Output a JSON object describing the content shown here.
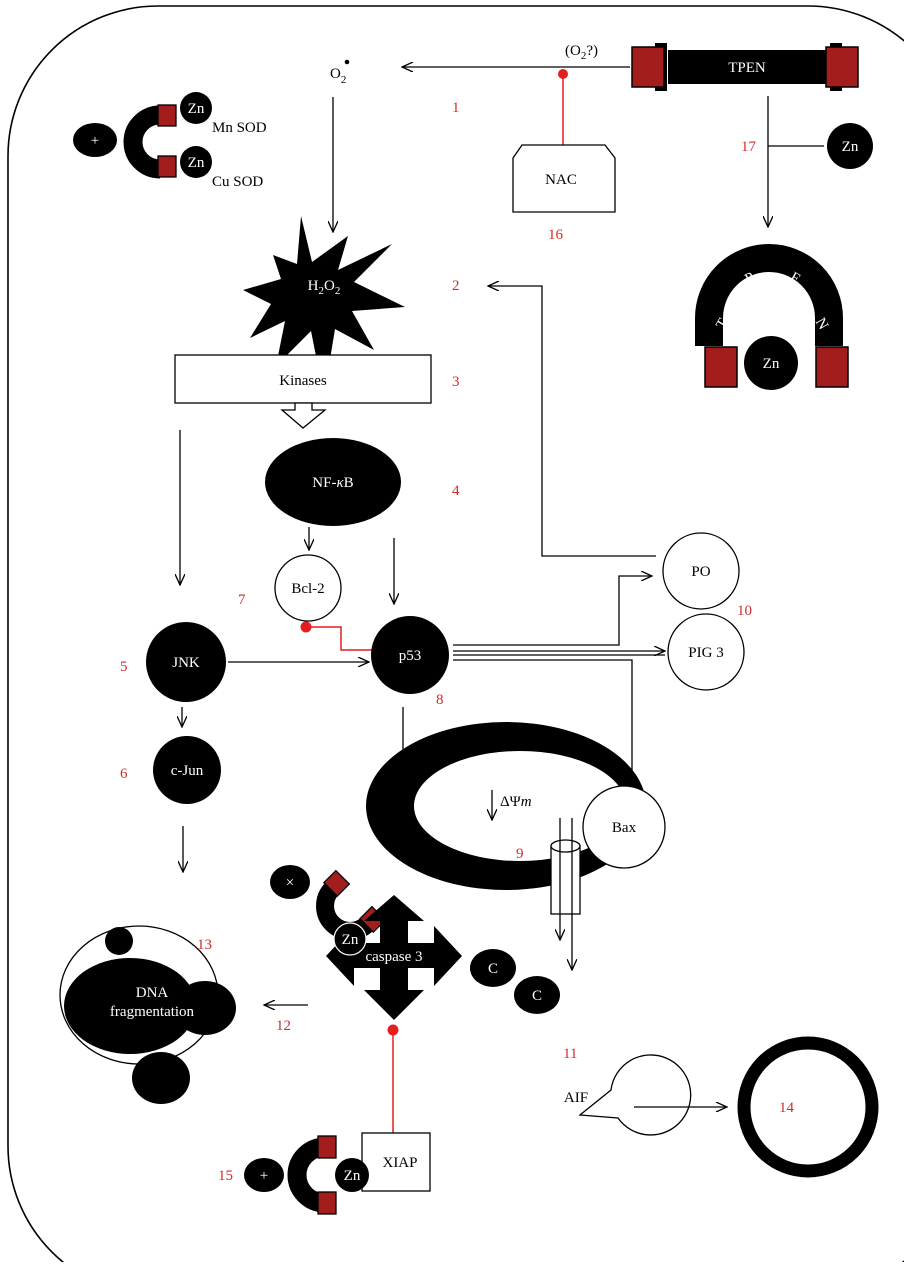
{
  "colors": {
    "number": "#d42a2a",
    "inhibition": "#e21f1f",
    "chelator_block": "#a31d1d",
    "fill": "#000000",
    "background": "#ffffff"
  },
  "labels": {
    "superoxide": "O",
    "superoxide_sub": "2",
    "o2_question_open": "(O",
    "o2_question_sub": "2",
    "o2_question_close": "?)",
    "tpen": "TPEN",
    "zinc": "Zn",
    "mn_sod": "Mn SOD",
    "cu_sod": "Cu  SOD",
    "plus": "+",
    "times": "×",
    "nac": "NAC",
    "h2o2_h": "H",
    "h2o2_o": "O",
    "h2o2_sub": "2",
    "tpen_letters": [
      "T",
      "P",
      "E",
      "N"
    ],
    "kinases": "Kinases",
    "nfkb_prefix": "NF-",
    "nfkb_kappa": "κ",
    "nfkb_suffix": "B",
    "bcl2": "Bcl-2",
    "jnk": "JNK",
    "p53": "p53",
    "po": "PO",
    "pig3": "PIG 3",
    "cjun": "c-Jun",
    "delta_psi": "ΔΨ",
    "delta_psi_m": "m",
    "bax": "Bax",
    "cyt_c": "C",
    "dna_line1": "DNA",
    "dna_line2": "fragmentation",
    "caspase3": "caspase 3",
    "aif": "AIF",
    "xiap": "XIAP"
  },
  "step_numbers": [
    "1",
    "2",
    "3",
    "4",
    "5",
    "6",
    "7",
    "8",
    "9",
    "10",
    "11",
    "12",
    "13",
    "14",
    "15",
    "16",
    "17"
  ],
  "icons": [
    "tpen-chelator-icon",
    "zinc-chelated-arch-icon",
    "horseshoe-icon",
    "ion-channel-icon",
    "mitochondrion-icon",
    "nucleus-icon",
    "pacman-aif-icon"
  ]
}
